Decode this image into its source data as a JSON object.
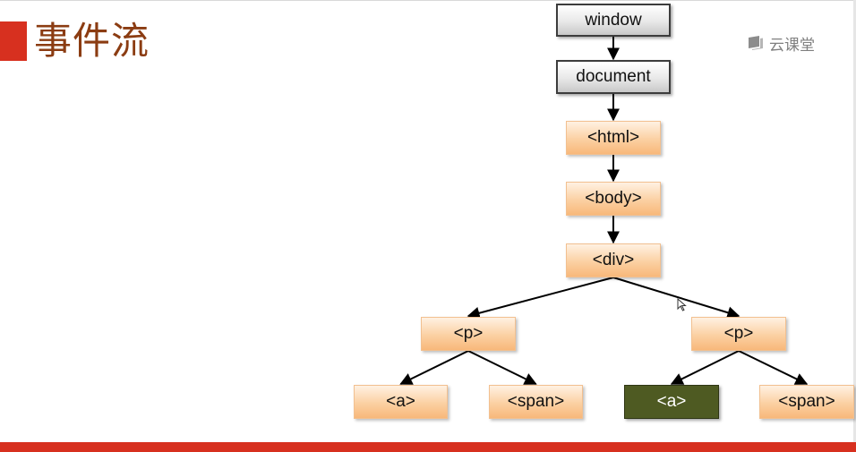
{
  "slide": {
    "title": "事件流",
    "brand": "云课堂"
  },
  "colors": {
    "accent_red": "#d7301f",
    "title_brown": "#8b3c12",
    "node_orange": "#fbd0a2",
    "node_gray": "#e8e8e8",
    "node_highlight": "#4e5a22"
  },
  "icons": [
    "brand-logo-icon",
    "mouse-cursor-icon"
  ],
  "diagram": {
    "nodes": [
      {
        "id": "window",
        "label": "window",
        "style": "gray"
      },
      {
        "id": "document",
        "label": "document",
        "style": "gray"
      },
      {
        "id": "html",
        "label": "<html>",
        "style": "orange"
      },
      {
        "id": "body",
        "label": "<body>",
        "style": "orange"
      },
      {
        "id": "div",
        "label": "<div>",
        "style": "orange"
      },
      {
        "id": "p_left",
        "label": "<p>",
        "style": "orange"
      },
      {
        "id": "p_right",
        "label": "<p>",
        "style": "orange"
      },
      {
        "id": "a_left",
        "label": "<a>",
        "style": "orange"
      },
      {
        "id": "span_left",
        "label": "<span>",
        "style": "orange"
      },
      {
        "id": "a_right",
        "label": "<a>",
        "style": "highlight"
      },
      {
        "id": "span_right",
        "label": "<span>",
        "style": "orange"
      }
    ],
    "edges": [
      {
        "from": "window",
        "to": "document"
      },
      {
        "from": "document",
        "to": "html"
      },
      {
        "from": "html",
        "to": "body"
      },
      {
        "from": "body",
        "to": "div"
      },
      {
        "from": "div",
        "to": "p_left"
      },
      {
        "from": "div",
        "to": "p_right"
      },
      {
        "from": "p_left",
        "to": "a_left"
      },
      {
        "from": "p_left",
        "to": "span_left"
      },
      {
        "from": "p_right",
        "to": "a_right"
      },
      {
        "from": "p_right",
        "to": "span_right"
      }
    ]
  }
}
